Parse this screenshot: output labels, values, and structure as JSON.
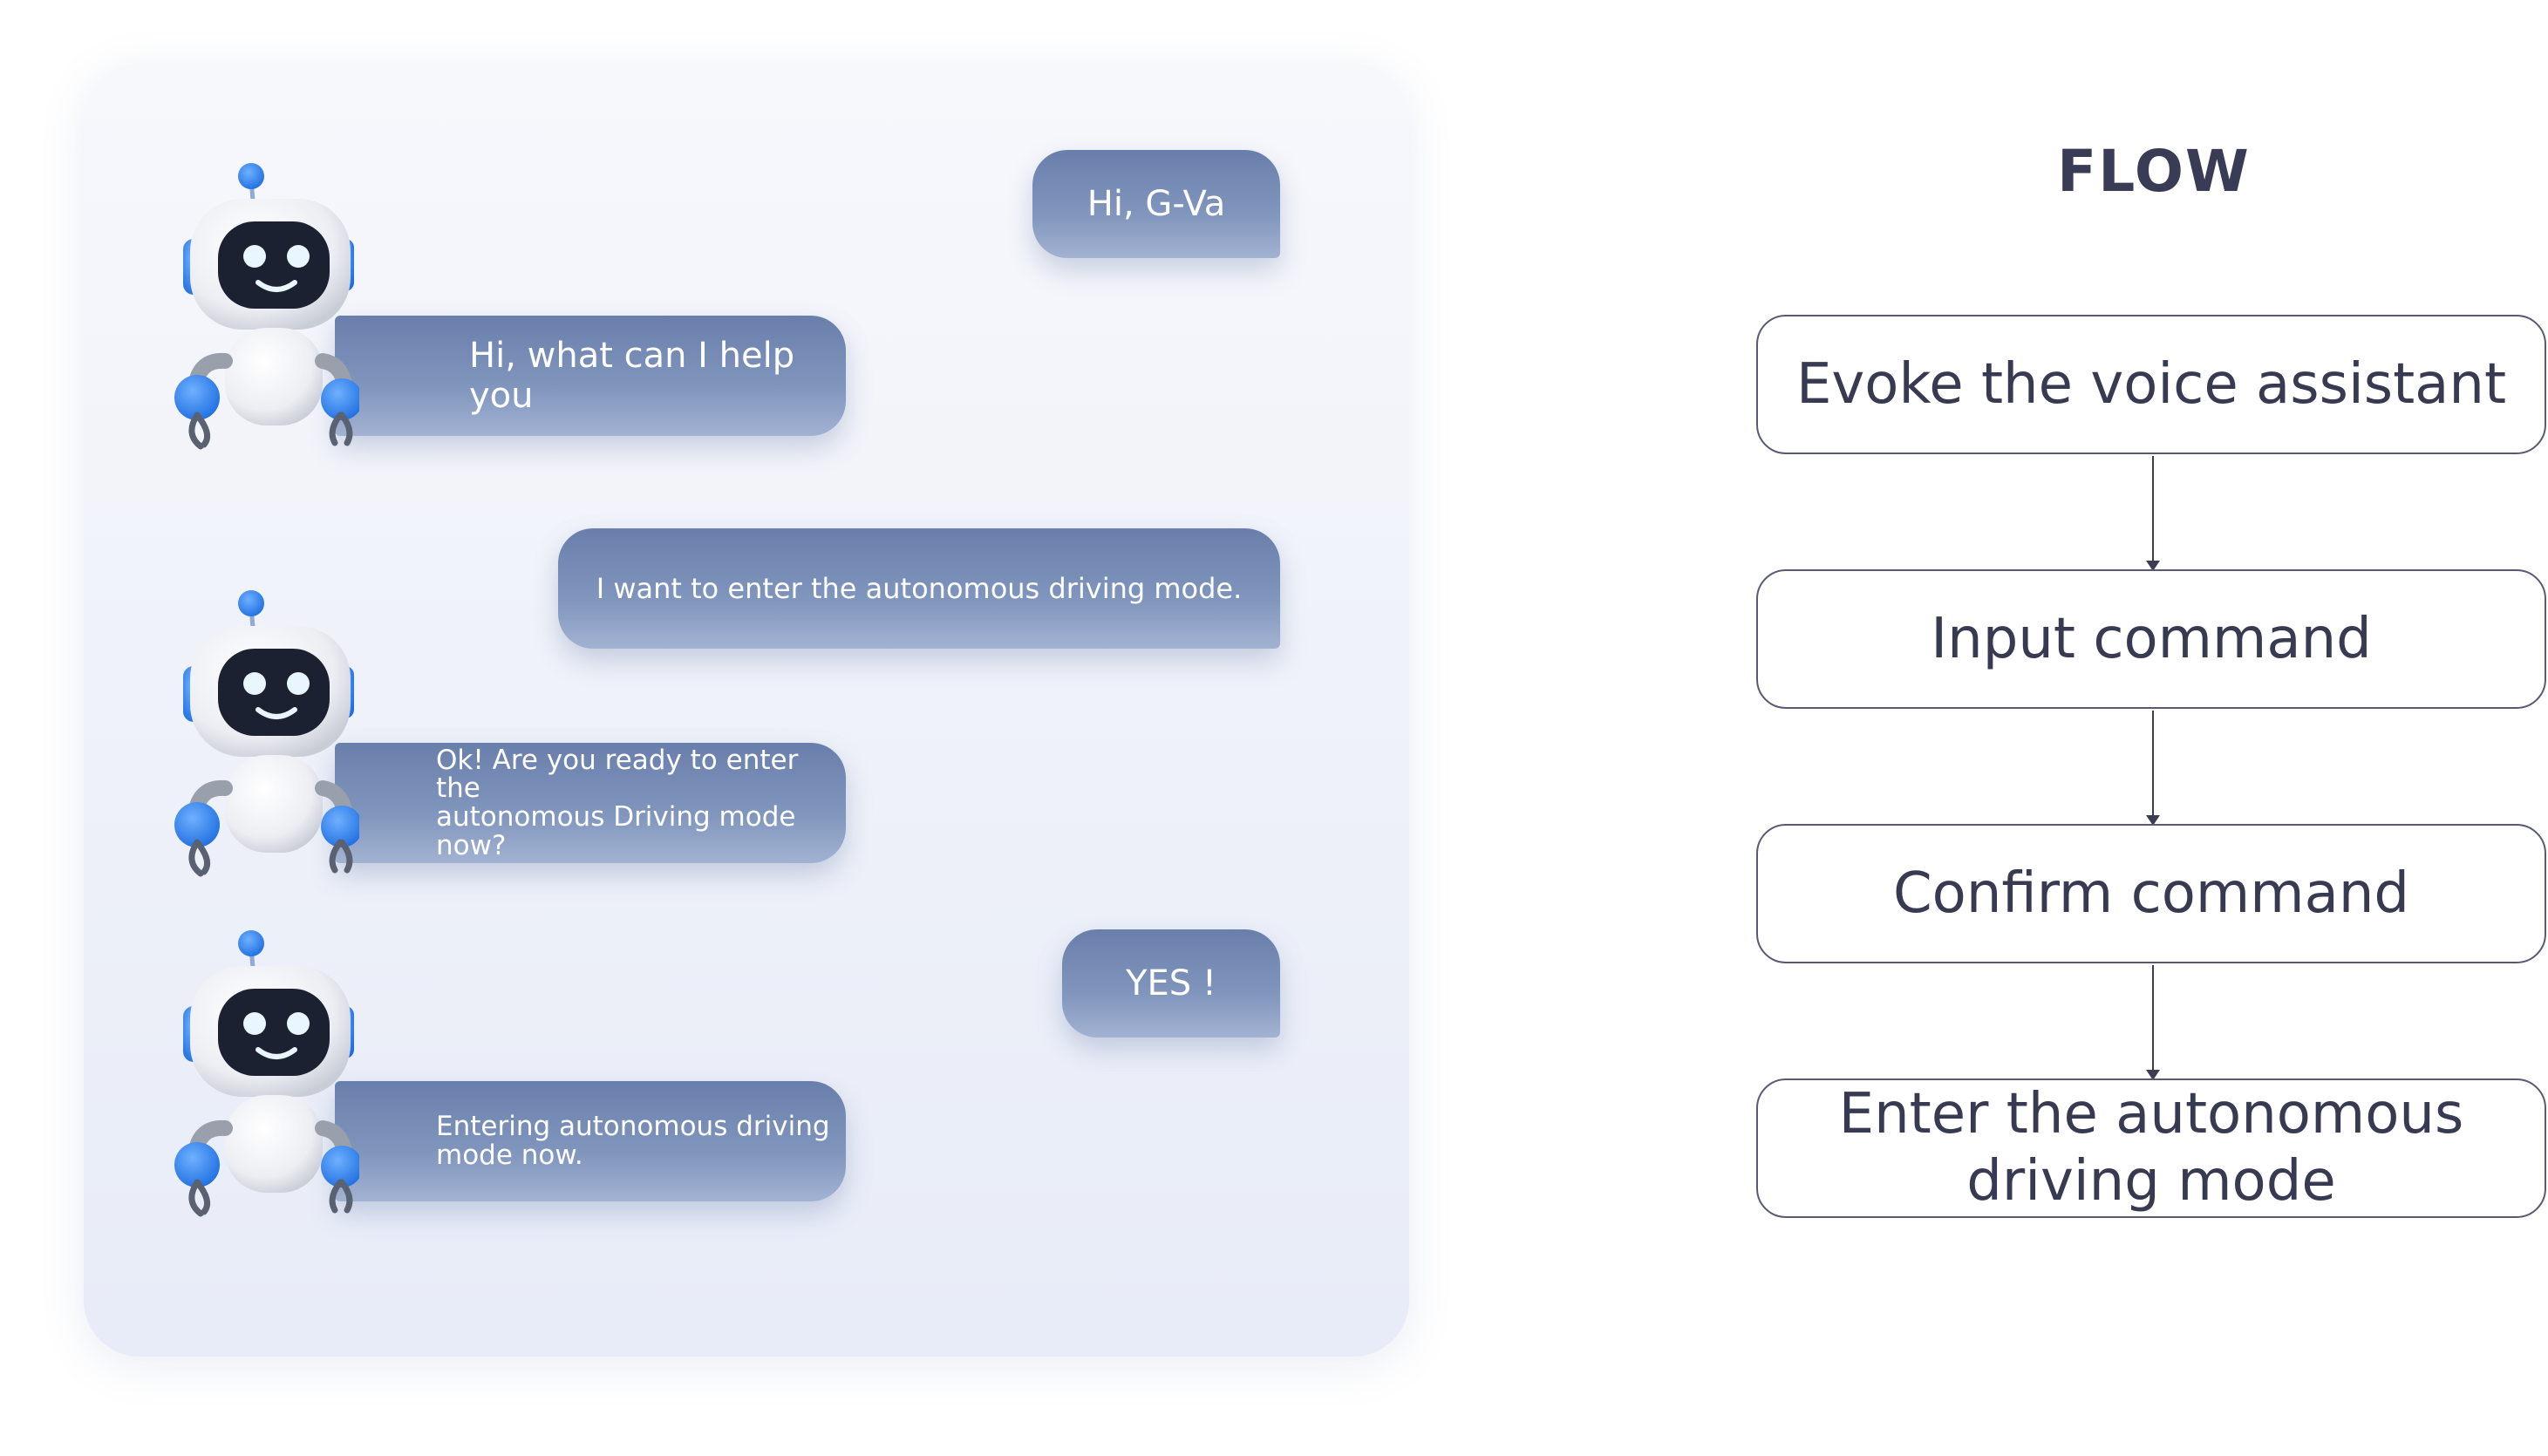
{
  "chat": {
    "messages": [
      {
        "role": "user",
        "text": "Hi, G-Va"
      },
      {
        "role": "assistant",
        "text": "Hi, what can I help you"
      },
      {
        "role": "user",
        "text": "I want to enter the autonomous driving mode."
      },
      {
        "role": "assistant",
        "line1": "Ok! Are you ready to enter the",
        "line2": "autonomous Driving mode now?"
      },
      {
        "role": "user",
        "text": "YES !"
      },
      {
        "role": "assistant",
        "line1": "Entering autonomous driving",
        "line2": "mode now."
      }
    ]
  },
  "flow": {
    "title": "FLOW",
    "steps": [
      {
        "label": "Evoke the voice assistant"
      },
      {
        "label": "Input command"
      },
      {
        "label": "Confirm command"
      },
      {
        "line1": "Enter the autonomous",
        "line2": "driving mode"
      }
    ]
  },
  "colors": {
    "bubble": "#7187b2",
    "panel": "#eef1f9",
    "flow_border": "#585a74",
    "text_dark": "#383a52",
    "robot_accent": "#2f80e8"
  },
  "icons": {
    "robot": "robot-assistant-icon"
  }
}
